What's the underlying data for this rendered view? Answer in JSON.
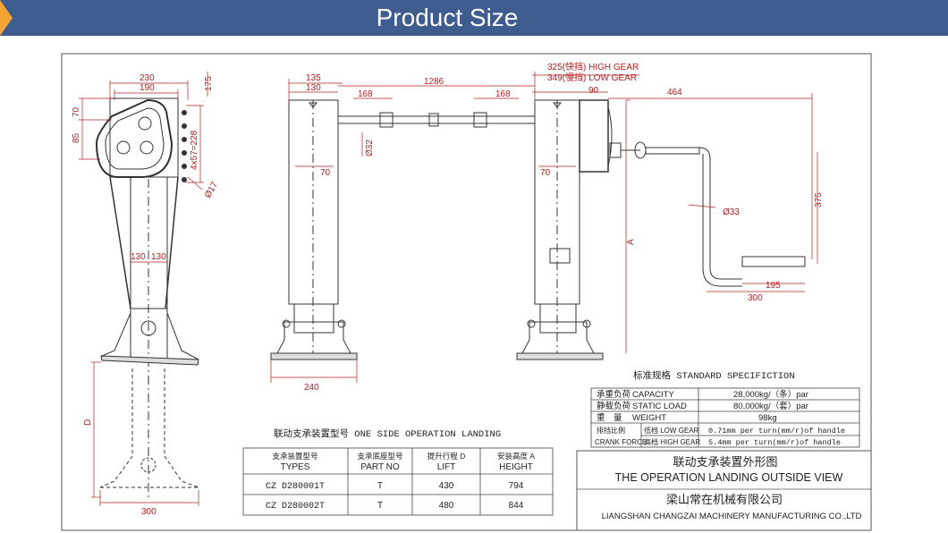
{
  "header": {
    "title": "Product Size"
  },
  "drawing": {
    "left_view": {
      "dims": {
        "w230": "230",
        "w190": "190",
        "h175": "175",
        "h70": "70",
        "h85": "85",
        "holes": "4x57=228",
        "dia17": "Ø17",
        "w130a": "130",
        "w130b": "130",
        "hD": "D",
        "w300": "300"
      }
    },
    "front_view": {
      "dims": {
        "w135": "135",
        "w130": "130",
        "w168a": "168",
        "w1286": "1286",
        "w168b": "168",
        "gear_high": "325(快挡) HIGH GEAR",
        "gear_low": "349(慢挡) LOW GEAR",
        "w90": "90",
        "w464": "464",
        "dia32": "Ø32",
        "in70a": "70",
        "in70b": "70",
        "hA": "A",
        "dia33": "Ø33",
        "h375": "375",
        "w195": "195",
        "w300": "300",
        "w240": "240"
      }
    },
    "spec": {
      "title": "标准规格  STANDARD SPECIFICTION",
      "rows": [
        {
          "cn": "承重负荷",
          "en": "CAPACITY",
          "value": "28,000kg/（条）par"
        },
        {
          "cn": "静载负荷",
          "en": "STATIC LOAD",
          "value": "80,000kg/（套）par"
        },
        {
          "cn": "重　量",
          "en": "WEIGHT",
          "value": "98kg"
        },
        {
          "cn": "排挡比例",
          "en": "",
          "value": ""
        },
        {
          "cn": "CRANK FORCE",
          "en": "",
          "value": ""
        }
      ],
      "gear_rows": [
        {
          "label": "低档 LOW GEAR",
          "value": "0.71mm per turn(mm/r)of handle"
        },
        {
          "label": "高档 HIGH GEAR",
          "value": "5.4mm per turn(mm/r)of handle"
        }
      ]
    },
    "models": {
      "title": "联动支承装置型号  ONE SIDE OPERATION LANDING",
      "headers": [
        {
          "cn": "支承装置型号",
          "en": "TYPES"
        },
        {
          "cn": "支承底座型号",
          "en": "PART NO"
        },
        {
          "cn": "提升行程 D",
          "en": "LIFT"
        },
        {
          "cn": "安装高度 A",
          "en": "HEIGHT"
        }
      ],
      "rows": [
        {
          "type": "CZ   D280001T",
          "part": "T",
          "lift": "430",
          "height": "794"
        },
        {
          "type": "CZ   D280002T",
          "part": "T",
          "lift": "480",
          "height": "844"
        }
      ]
    },
    "title_block": {
      "cn_title": "联动支承装置外形图",
      "en_title": "THE OPERATION LANDING  OUTSIDE VIEW",
      "company_cn": "梁山常在机械有限公司",
      "company_en": "LIANGSHAN CHANGZAI MACHINERY MANUFACTURING CO.,LTD"
    }
  }
}
